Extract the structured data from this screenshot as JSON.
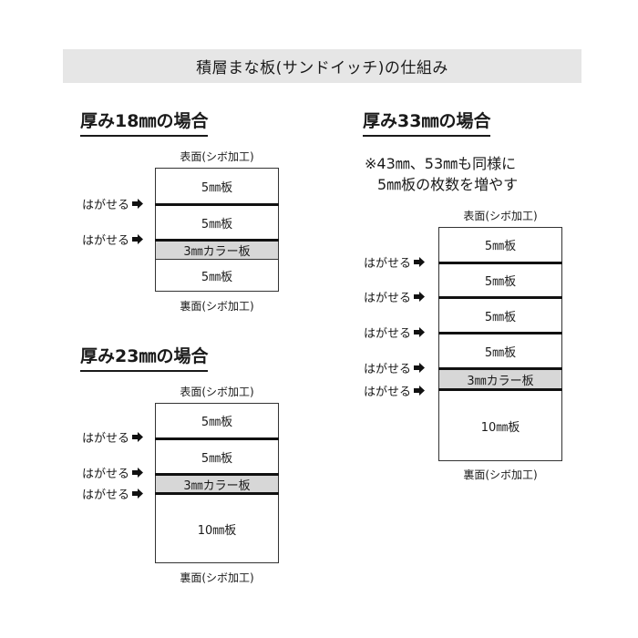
{
  "title": "積層まな板(サンドイッチ)の仕組み",
  "labels": {
    "peel": "はがせる",
    "top_face": "表面(シボ加工)",
    "bottom_face": "裏面(シボ加工)"
  },
  "sections": [
    {
      "heading": "厚み18㎜の場合",
      "layers": [
        {
          "label": "5㎜板",
          "type": "board"
        },
        {
          "label": "5㎜板",
          "type": "board"
        },
        {
          "label": "3㎜カラー板",
          "type": "color"
        },
        {
          "label": "5㎜板",
          "type": "board"
        }
      ]
    },
    {
      "heading": "厚み23㎜の場合",
      "layers": [
        {
          "label": "5㎜板",
          "type": "board"
        },
        {
          "label": "5㎜板",
          "type": "board"
        },
        {
          "label": "3㎜カラー板",
          "type": "color"
        },
        {
          "label": "10㎜板",
          "type": "board"
        }
      ]
    },
    {
      "heading": "厚み33㎜の場合",
      "note_line1": "※43㎜、53㎜も同様に",
      "note_line2": "5㎜板の枚数を増やす",
      "layers": [
        {
          "label": "5㎜板",
          "type": "board"
        },
        {
          "label": "5㎜板",
          "type": "board"
        },
        {
          "label": "5㎜板",
          "type": "board"
        },
        {
          "label": "5㎜板",
          "type": "board"
        },
        {
          "label": "3㎜カラー板",
          "type": "color"
        },
        {
          "label": "10㎜板",
          "type": "board"
        }
      ]
    }
  ]
}
